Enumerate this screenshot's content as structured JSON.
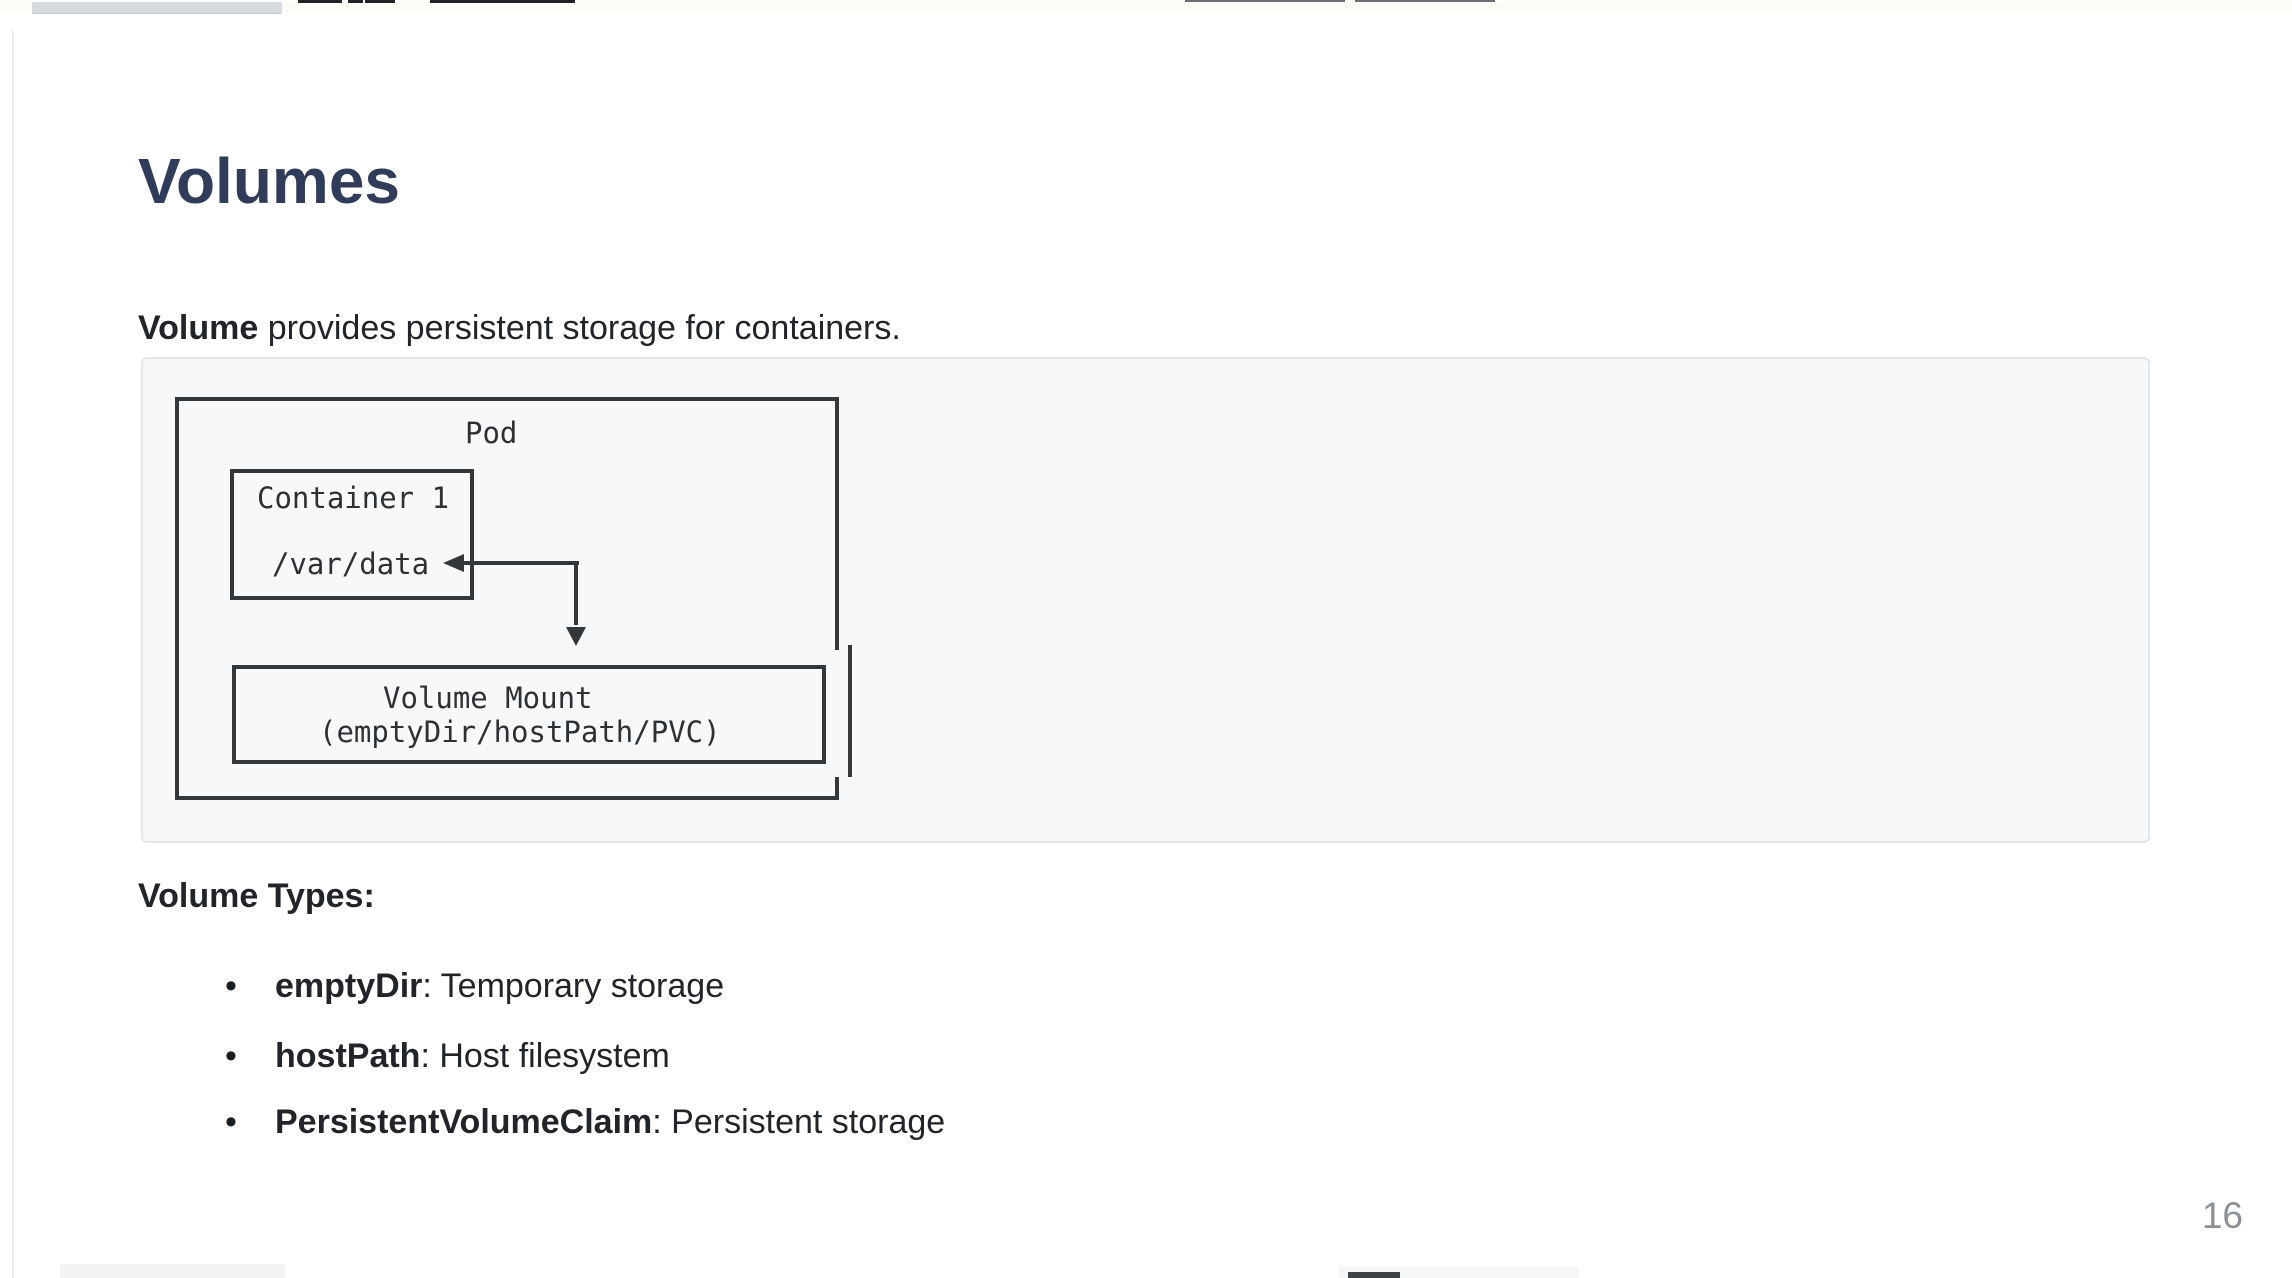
{
  "page": {
    "title": "Volumes",
    "intro": {
      "bold": "Volume",
      "rest": " provides persistent storage for containers."
    },
    "page_number": "16"
  },
  "diagram": {
    "pod_label": "Pod",
    "container_label": "Container 1",
    "mount_path": "/var/data",
    "volume_mount_line1": "Volume Mount",
    "volume_mount_line2": "(emptyDir/hostPath/PVC)",
    "arrow_icons": [
      "left-arrowhead",
      "down-arrowhead"
    ]
  },
  "volume_types": {
    "heading": "Volume Types:",
    "bullet_glyph": "•",
    "items": [
      {
        "term": "emptyDir",
        "description": ": Temporary storage"
      },
      {
        "term": "hostPath",
        "description": ": Host filesystem"
      },
      {
        "term": "PersistentVolumeClaim",
        "description": ": Persistent storage"
      }
    ]
  },
  "colors": {
    "title_blue": "#303c59",
    "body_text": "#212529",
    "diagram_line": "#35383b",
    "panel_background": "#f7f8f9",
    "panel_border": "#e4e7ea",
    "page_number_gray": "#8c9196"
  }
}
